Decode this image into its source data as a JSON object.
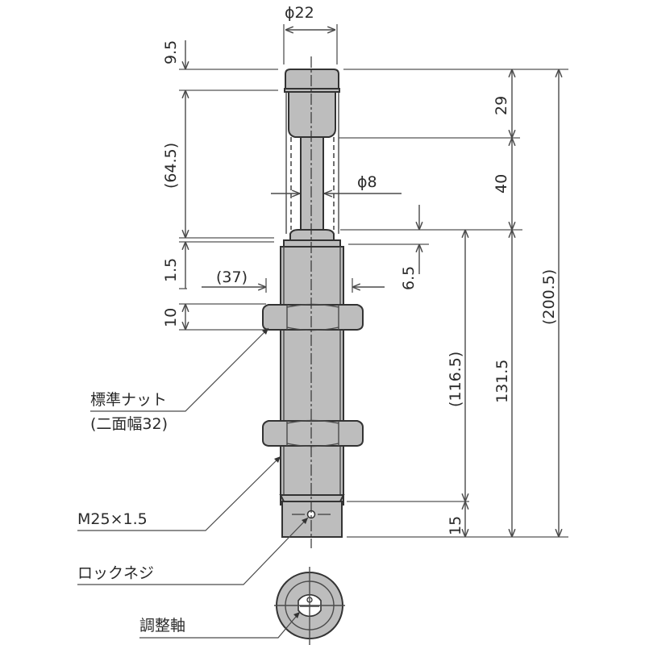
{
  "title": "Shock absorber outline dimension drawing",
  "colors": {
    "body_fill": "#bdbdbd",
    "line": "#333333",
    "background": "#ffffff"
  },
  "dimensions": {
    "cap_diameter": "ϕ22",
    "rod_diameter": "ϕ8",
    "cap_height": "9.5",
    "stroke_ref": "(64.5)",
    "gap_1_5": "1.5",
    "nut_clearance": "(37)",
    "nut_height": "10",
    "top_29": "29",
    "top_40": "40",
    "step_6_5": "6.5",
    "body_116_5": "(116.5)",
    "body_131_5": "131.5",
    "overall_200_5": "(200.5)",
    "bottom_15": "15"
  },
  "labels": {
    "standard_nut": "標準ナット",
    "across_flats": "(二面幅32)",
    "thread": "M25×1.5",
    "lock_screw": "ロックネジ",
    "adjust_shaft": "調整軸"
  }
}
